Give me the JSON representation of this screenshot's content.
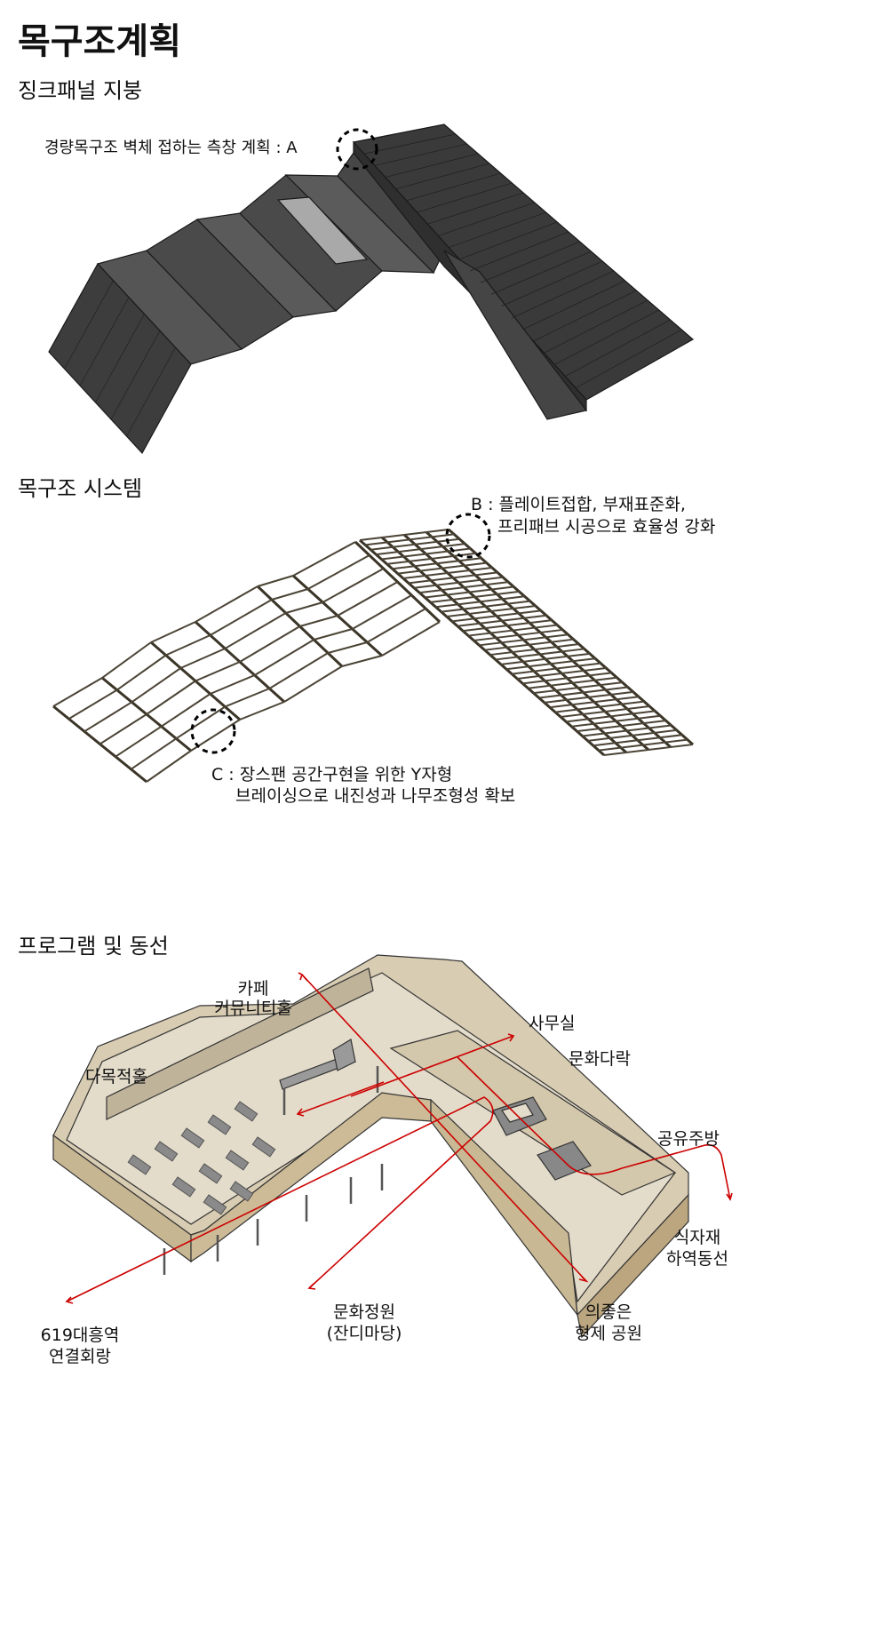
{
  "title": "목구조계획",
  "sections": {
    "roof": {
      "heading": "징크패널 지붕",
      "note_a": "경량목구조 벽체 접하는 측창 계획 : A"
    },
    "structure": {
      "heading": "목구조 시스템",
      "note_b": [
        "B : 플레이트접합, 부재표준화,",
        "프리패브 시공으로 효율성 강화"
      ],
      "note_c": [
        "C : 장스팬 공간구현을 위한 Y자형",
        "브레이싱으로 내진성과 나무조형성 확보"
      ]
    },
    "program": {
      "heading": "프로그램 및 동선",
      "labels": {
        "cafe": [
          "카페",
          "커뮤니티홀"
        ],
        "multi": "다목적홀",
        "office": "사무실",
        "attic": "문화다락",
        "kitchen": "공유주방",
        "food": [
          "식자재",
          "하역동선"
        ],
        "corridor": [
          "619대흥역",
          "연결회랑"
        ],
        "garden": [
          "문화정원",
          "(잔디마당)"
        ],
        "park": [
          "의좋은",
          "형제 공원"
        ]
      }
    }
  }
}
